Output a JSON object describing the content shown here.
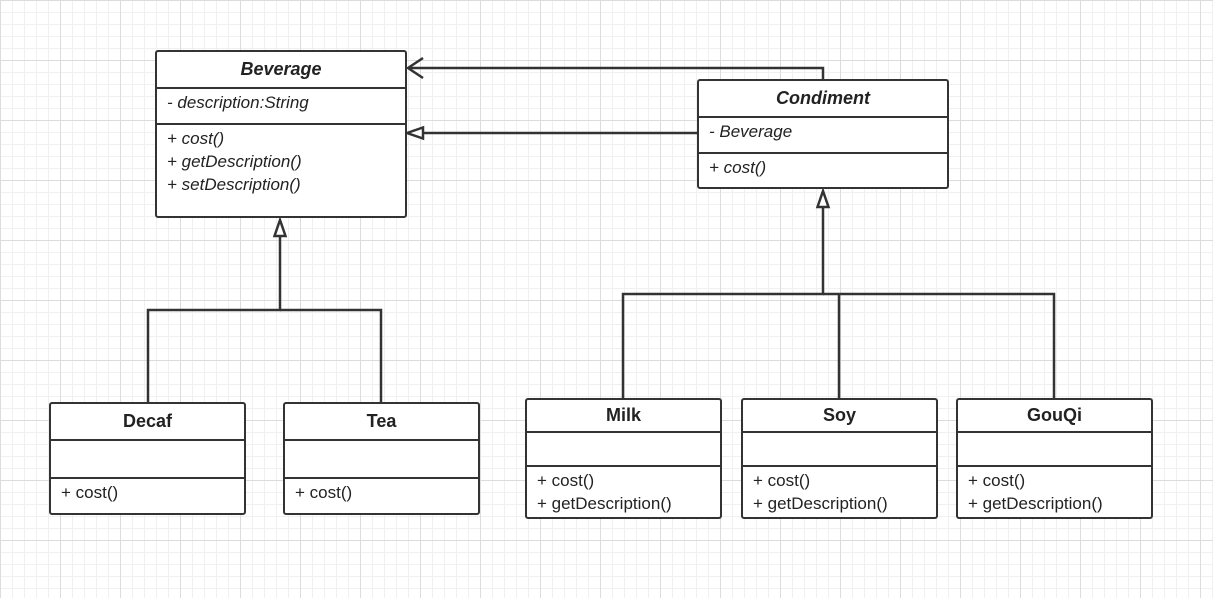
{
  "diagram": {
    "classes": {
      "beverage": {
        "name": "Beverage",
        "attributes": [
          "- description:String"
        ],
        "operations": [
          "+ cost()",
          "+ getDescription()",
          "+ setDescription()"
        ]
      },
      "condiment": {
        "name": "Condiment",
        "attributes": [
          "- Beverage"
        ],
        "operations": [
          "+ cost()"
        ]
      },
      "decaf": {
        "name": "Decaf",
        "attributes": [],
        "operations": [
          "+ cost()"
        ]
      },
      "tea": {
        "name": "Tea",
        "attributes": [],
        "operations": [
          "+ cost()"
        ]
      },
      "milk": {
        "name": "Milk",
        "attributes": [],
        "operations": [
          "+ cost()",
          "+ getDescription()"
        ]
      },
      "soy": {
        "name": "Soy",
        "attributes": [],
        "operations": [
          "+ cost()",
          "+ getDescription()"
        ]
      },
      "gouqi": {
        "name": "GouQi",
        "attributes": [],
        "operations": [
          "+ cost()",
          "+ getDescription()"
        ]
      }
    },
    "colors": {
      "line": "#333333",
      "grid": "#dcdcdc",
      "background": "#ffffff"
    }
  }
}
